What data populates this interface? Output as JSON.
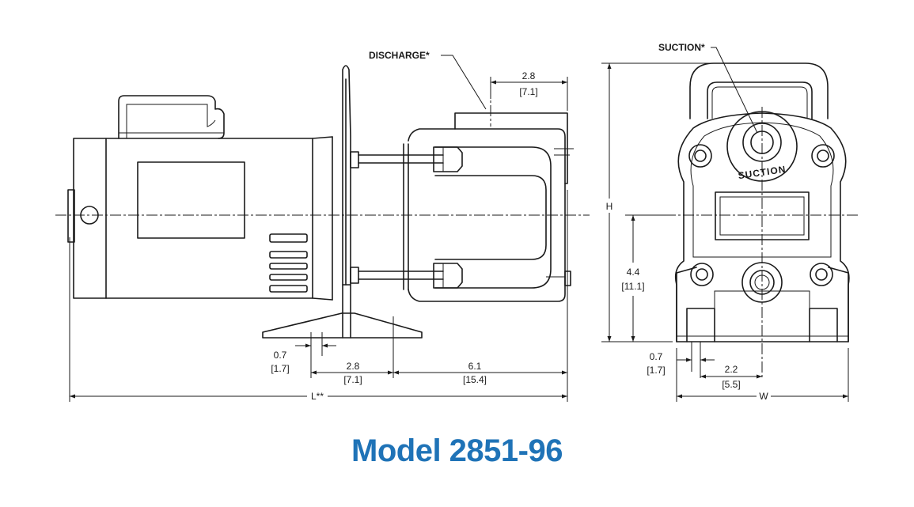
{
  "title": "Model 2851-96",
  "title_color": "#1f73b7",
  "line_color": "#1a1a1a",
  "labels": {
    "discharge": "DISCHARGE*",
    "suction_callout": "SUCTION*",
    "suction_casting": "SUCTION",
    "height": "H",
    "width": "W",
    "length": "L**"
  },
  "dimensions": {
    "discharge_offset": {
      "value": "2.8",
      "metric": "[7.1]"
    },
    "side_foot": {
      "value": "0.7",
      "metric": "[1.7]"
    },
    "side_base": {
      "value": "2.8",
      "metric": "[7.1]"
    },
    "side_pump": {
      "value": "6.1",
      "metric": "[15.4]"
    },
    "front_height": {
      "value": "4.4",
      "metric": "[11.1]"
    },
    "front_foot": {
      "value": "0.7",
      "metric": "[1.7]"
    },
    "front_half_width": {
      "value": "2.2",
      "metric": "[5.5]"
    }
  }
}
